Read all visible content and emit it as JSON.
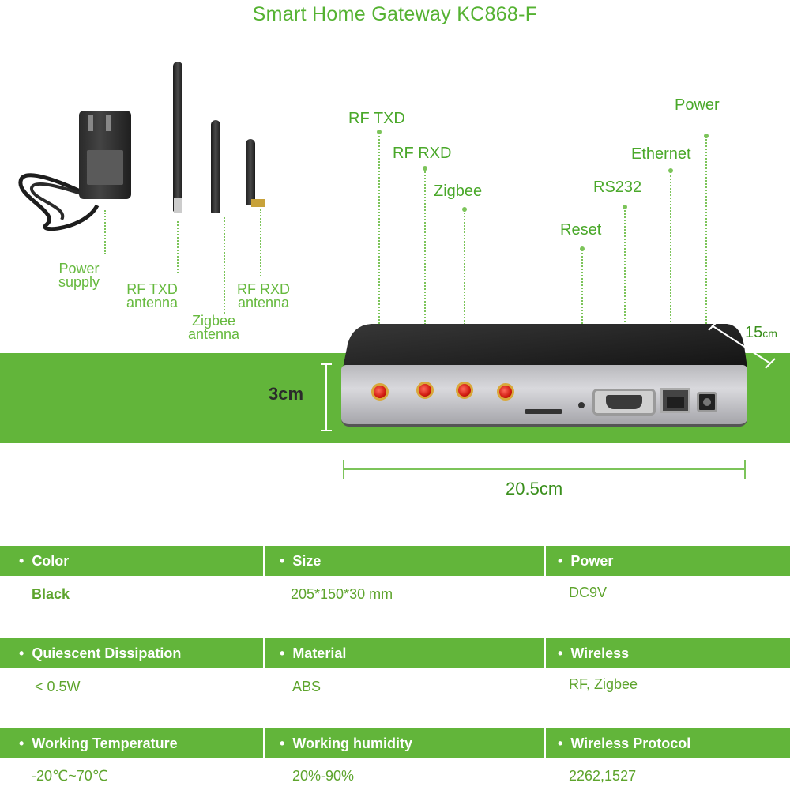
{
  "title": "Smart Home Gateway KC868-F",
  "accessories": {
    "power_supply": "Power\nsupply",
    "rf_txd_antenna": "RF TXD\nantenna",
    "zigbee_antenna": "Zigbee\nantenna",
    "rf_rxd_antenna": "RF RXD\nantenna"
  },
  "ports": {
    "rf_txd": "RF TXD",
    "rf_rxd": "RF RXD",
    "zigbee": "Zigbee",
    "reset": "Reset",
    "rs232": "RS232",
    "ethernet": "Ethernet",
    "power": "Power"
  },
  "dimensions": {
    "height": "3cm",
    "width": "20.5cm",
    "depth_value": "15",
    "depth_unit": "cm"
  },
  "specs": [
    {
      "items": [
        {
          "label": "Color",
          "value": "Black"
        },
        {
          "label": "Size",
          "value": "205*150*30  mm"
        },
        {
          "label": "Power",
          "value": "DC9V"
        }
      ]
    },
    {
      "items": [
        {
          "label": "Quiescent Dissipation",
          "value": "< 0.5W"
        },
        {
          "label": "Material",
          "value": "ABS"
        },
        {
          "label": "Wireless",
          "value": "RF, Zigbee"
        }
      ]
    },
    {
      "items": [
        {
          "label": "Working Temperature",
          "value": "-20℃~70℃"
        },
        {
          "label": "Working humidity",
          "value": "20%-90%"
        },
        {
          "label": "Wireless Protocol",
          "value": "2262,1527"
        }
      ]
    }
  ],
  "colors": {
    "brand_green": "#62b53a",
    "label_green": "#4aa82a",
    "antenna_connector": "#d01a10"
  }
}
